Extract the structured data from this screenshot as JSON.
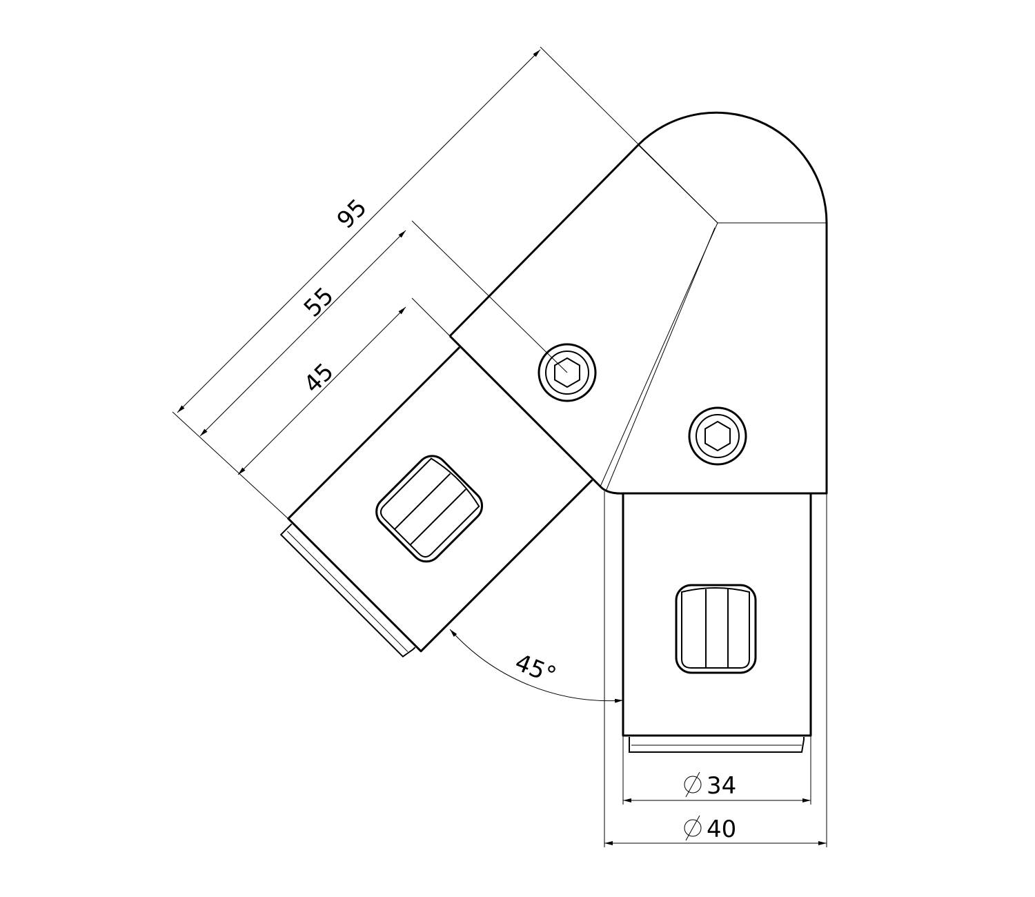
{
  "drawing": {
    "title": "45 degree tube connector dimension drawing",
    "dimensions": {
      "length_total": "95",
      "length_bolt": "55",
      "length_tube": "45",
      "angle": "45°",
      "inner_diameter": "34",
      "outer_diameter": "40",
      "diameter_symbol": "⌀"
    },
    "colors": {
      "line": "#000000",
      "background": "#ffffff"
    }
  }
}
